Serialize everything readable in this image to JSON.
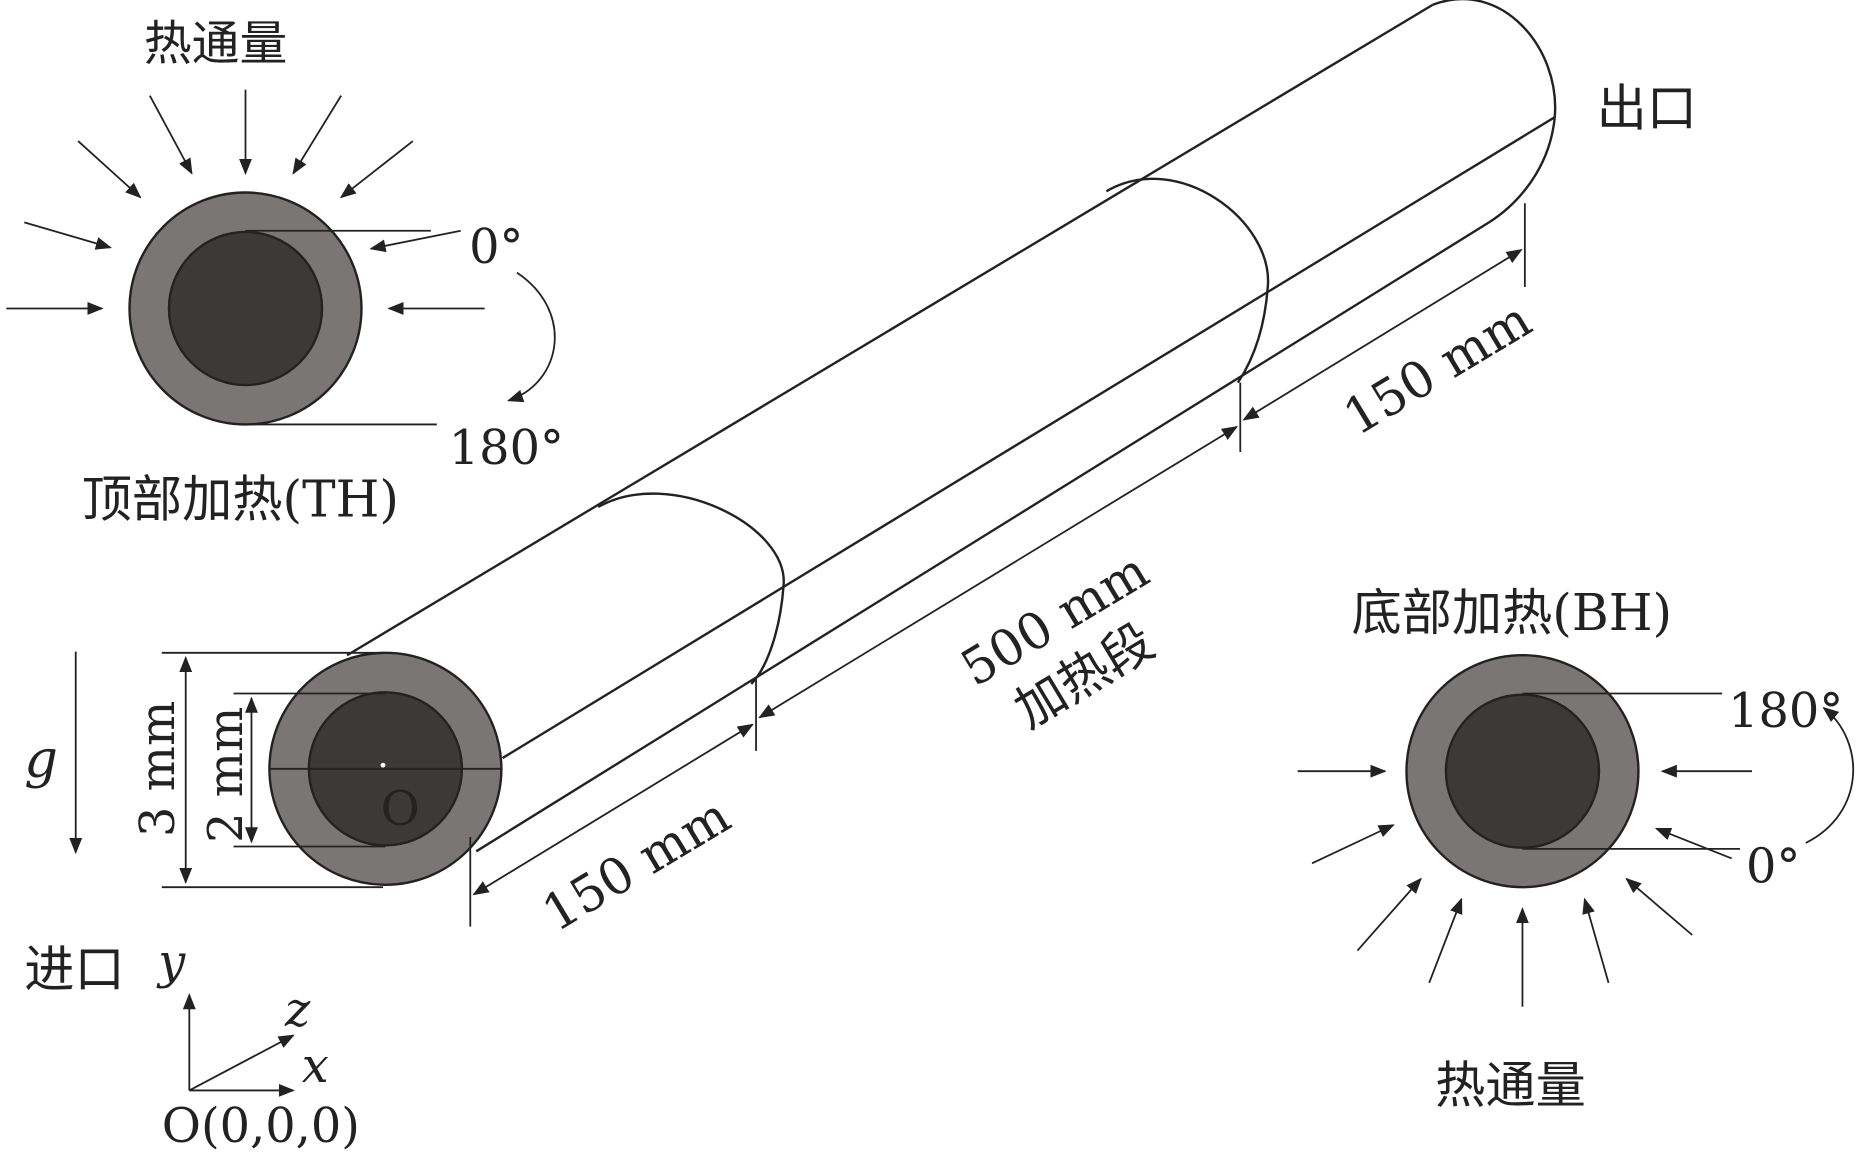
{
  "labels": {
    "heat_flux_top": "热通量",
    "heat_flux_bottom": "热通量",
    "top_heating": "顶部加热(TH)",
    "bottom_heating": "底部加热(BH)",
    "angle_0_top": "0°",
    "angle_180_top": "180°",
    "angle_180_bottom": "180°",
    "angle_0_bottom": "0°",
    "outlet": "出口",
    "inlet": "进口",
    "dim_outer": "3 mm",
    "dim_inner": "2 mm",
    "dim_inlet_len": "150 mm",
    "dim_heated_len": "500 mm",
    "heated_section": "加热段",
    "dim_outlet_len": "150 mm",
    "gravity": "g",
    "center": "O",
    "axis_y": "y",
    "axis_z": "z",
    "axis_x": "x",
    "origin": "O(0,0,0)"
  },
  "colors": {
    "wall": "#7a7676",
    "fluid": "#3e3939",
    "line": "#222222"
  }
}
